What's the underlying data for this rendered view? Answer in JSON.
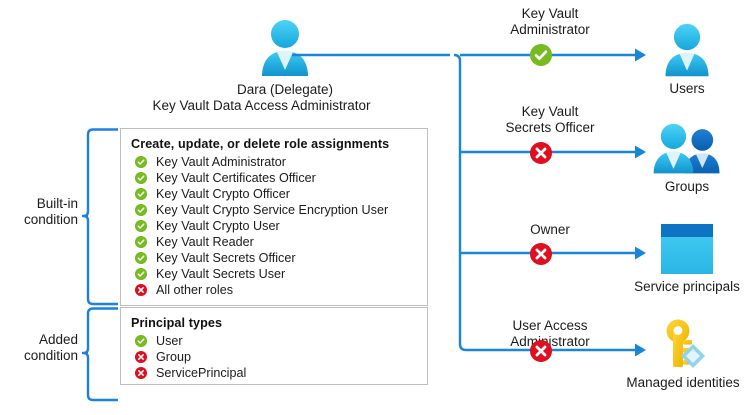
{
  "delegate": {
    "icon": "user-icon",
    "name": "Dara (Delegate)",
    "role": "Key Vault Data Access Administrator"
  },
  "braces": {
    "builtin_label_line1": "Built-in",
    "builtin_label_line2": "condition",
    "added_label_line1": "Added",
    "added_label_line2": "condition"
  },
  "builtin_condition": {
    "title": "Create, update, or delete role assignments",
    "items": [
      {
        "status": "allow",
        "label": "Key Vault Administrator"
      },
      {
        "status": "allow",
        "label": "Key Vault Certificates Officer"
      },
      {
        "status": "allow",
        "label": "Key Vault Crypto Officer"
      },
      {
        "status": "allow",
        "label": "Key Vault Crypto Service Encryption User"
      },
      {
        "status": "allow",
        "label": "Key Vault Crypto User"
      },
      {
        "status": "allow",
        "label": "Key Vault Reader"
      },
      {
        "status": "allow",
        "label": "Key Vault Secrets Officer"
      },
      {
        "status": "allow",
        "label": "Key Vault Secrets User"
      },
      {
        "status": "deny",
        "label": "All other roles"
      }
    ]
  },
  "added_condition": {
    "title": "Principal types",
    "items": [
      {
        "status": "allow",
        "label": "User"
      },
      {
        "status": "deny",
        "label": "Group"
      },
      {
        "status": "deny",
        "label": "ServicePrincipal"
      }
    ]
  },
  "branches": [
    {
      "label_line1": "Key Vault",
      "label_line2": "Administrator",
      "status": "allow",
      "target_icon": "users-icon",
      "target_label": "Users"
    },
    {
      "label_line1": "Key Vault",
      "label_line2": "Secrets Officer",
      "status": "deny",
      "target_icon": "groups-icon",
      "target_label": "Groups"
    },
    {
      "label_line1": "Owner",
      "label_line2": "",
      "status": "deny",
      "target_icon": "service-principal-icon",
      "target_label": "Service principals"
    },
    {
      "label_line1": "User Access",
      "label_line2": "Administrator",
      "status": "deny",
      "target_icon": "key-icon",
      "target_label": "Managed identities"
    }
  ],
  "colors": {
    "allow_green": "#76bc21",
    "deny_red": "#e00f20",
    "connector_blue": "#1a86d8",
    "brace_blue": "#1f7fe0",
    "box_border": "#bfbfbf",
    "person_cyan": "#2fc0ef",
    "person_blue": "#0f6fc6",
    "key_gold": "#f5c518"
  }
}
